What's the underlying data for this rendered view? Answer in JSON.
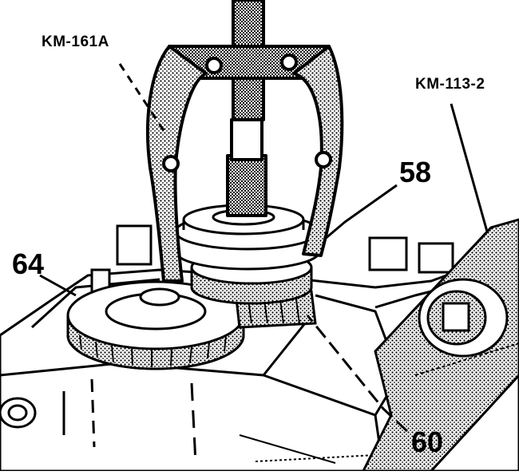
{
  "labels": {
    "tool_puller": "KM-161A",
    "tool_holder": "KM-113-2",
    "part_58": "58",
    "part_64": "64",
    "part_60": "60"
  },
  "colors": {
    "ink": "#000000",
    "paper": "#ffffff",
    "stipple": "#6f6f6f"
  }
}
